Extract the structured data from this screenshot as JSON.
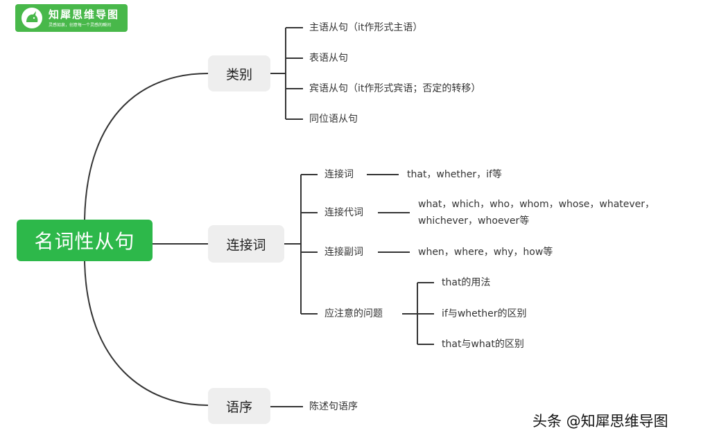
{
  "logo": {
    "name": "知犀思维导图",
    "slogan": "灵感如泉，创意每一个灵感的瞬间"
  },
  "root": {
    "label": "名词性从句"
  },
  "branches": {
    "types": {
      "label": "类别",
      "items": [
        "主语从句（it作形式主语）",
        "表语从句",
        "宾语从句（it作形式宾语；否定的转移）",
        "同位语从句"
      ]
    },
    "connectives": {
      "label": "连接词",
      "items": [
        {
          "label": "连接词",
          "detail": "that，whether，if等"
        },
        {
          "label": "连接代词",
          "detail": "what，which，who，whom，whose，whatever，whichever，whoever等"
        },
        {
          "label": "连接副词",
          "detail": "when，where，why，how等"
        },
        {
          "label": "应注意的问题",
          "children": [
            "that的用法",
            "if与whether的区别",
            "that与what的区别"
          ]
        }
      ]
    },
    "word_order": {
      "label": "语序",
      "items": [
        "陈述句语序"
      ]
    }
  },
  "watermark": "头条 @知犀思维导图",
  "colors": {
    "root": "#2db84a",
    "logo": "#48b84a",
    "branch": "#eeeeee",
    "line": "#333333"
  }
}
